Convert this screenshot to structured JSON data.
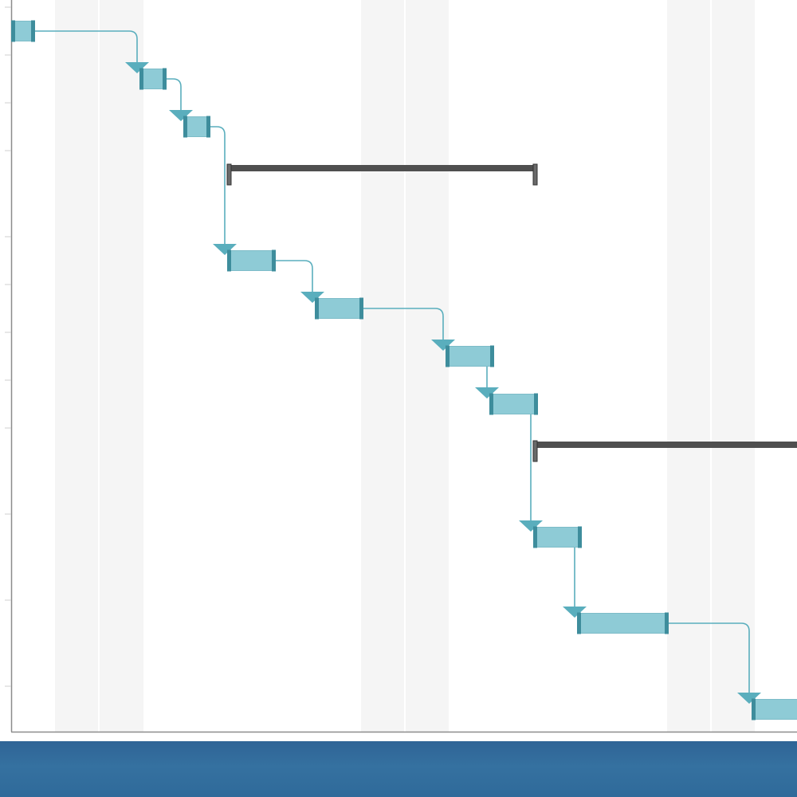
{
  "gantt": {
    "colors": {
      "background": "#ffffff",
      "weekend_shade": "#f5f5f5",
      "gridline": "#e4e4e4",
      "axis_line": "#8c8c8c",
      "task_fill": "#8ecbd6",
      "task_handle": "#3e8d9c",
      "dependency": "#5aaebd",
      "summary_bar": "#4f4f4f",
      "footer": "#30699b"
    },
    "tasks": [
      {
        "id": "t1",
        "kind": "task"
      },
      {
        "id": "t2",
        "kind": "task"
      },
      {
        "id": "t3",
        "kind": "task"
      },
      {
        "id": "s1",
        "kind": "summary"
      },
      {
        "id": "t4",
        "kind": "task"
      },
      {
        "id": "t5",
        "kind": "task"
      },
      {
        "id": "t6",
        "kind": "task"
      },
      {
        "id": "t7",
        "kind": "task"
      },
      {
        "id": "s2",
        "kind": "summary"
      },
      {
        "id": "t8",
        "kind": "task"
      },
      {
        "id": "t9",
        "kind": "task"
      },
      {
        "id": "t10",
        "kind": "task"
      }
    ],
    "dependencies": [
      {
        "from": "t1",
        "to": "t2"
      },
      {
        "from": "t2",
        "to": "t3"
      },
      {
        "from": "t3",
        "to": "t4"
      },
      {
        "from": "t4",
        "to": "t5"
      },
      {
        "from": "t5",
        "to": "t6"
      },
      {
        "from": "t6",
        "to": "t7"
      },
      {
        "from": "t7",
        "to": "t8"
      },
      {
        "from": "t8",
        "to": "t9"
      },
      {
        "from": "t9",
        "to": "t10"
      }
    ]
  }
}
